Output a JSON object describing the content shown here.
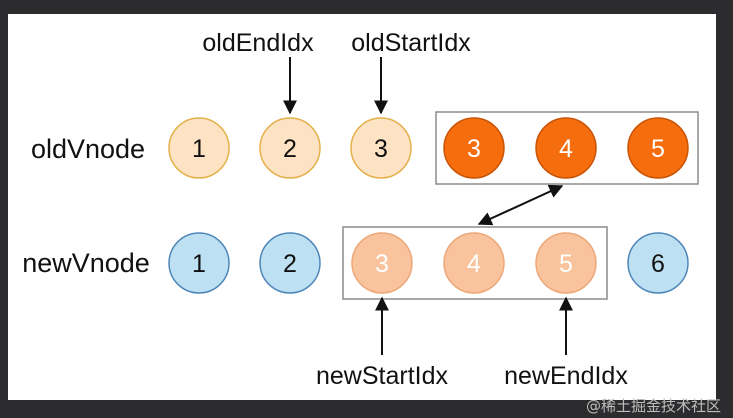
{
  "rows": {
    "old_label": "oldVnode",
    "new_label": "newVnode"
  },
  "old_nodes": [
    "1",
    "2",
    "3",
    "3",
    "4",
    "5"
  ],
  "new_nodes": [
    "1",
    "2",
    "3",
    "4",
    "5",
    "6"
  ],
  "pointers": {
    "old_end": "oldEndIdx",
    "old_start": "oldStartIdx",
    "new_start": "newStartIdx",
    "new_end": "newEndIdx"
  },
  "colors": {
    "light_orange_fill": "#fde3c4",
    "light_orange_stroke": "#e4b04a",
    "dark_orange_fill": "#f56d0c",
    "dark_orange_stroke": "#c95306",
    "blue_fill": "#bde0f2",
    "blue_stroke": "#4f86b8",
    "peach_fill": "#f8c39d",
    "peach_stroke": "#eea77a",
    "box_stroke": "#8c8c8c"
  },
  "watermark": "@稀土掘金技术社区"
}
